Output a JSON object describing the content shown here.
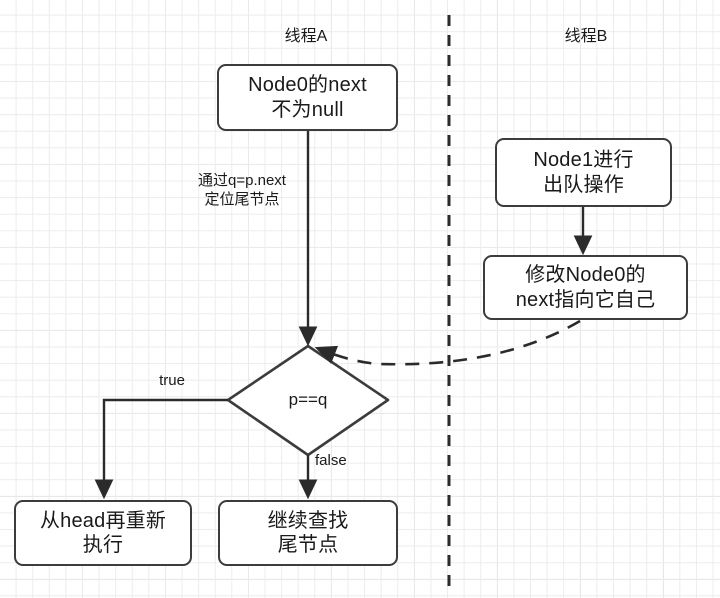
{
  "diagram": {
    "title_lanes": {
      "thread_a": "线程A",
      "thread_b": "线程B"
    },
    "nodes": {
      "node0_next": "Node0的next\n不为null",
      "node1_dequeue": "Node1进行\n出队操作",
      "modify_next": "修改Node0的\nnext指向它自己",
      "restart_from_head": "从head再重新\n执行",
      "continue_find_tail": "继续查找\n尾节点",
      "decision": "p==q"
    },
    "edge_labels": {
      "locate_tail": "通过q=p.next\n定位尾节点",
      "true_branch": "true",
      "false_branch": "false"
    },
    "colors": {
      "stroke": "#3c3c3c",
      "text": "#1a1a1a",
      "grid_minor": "#ececec",
      "grid_major": "#dcdcdc",
      "background": "#ffffff",
      "divider": "#2b2b2b"
    }
  }
}
